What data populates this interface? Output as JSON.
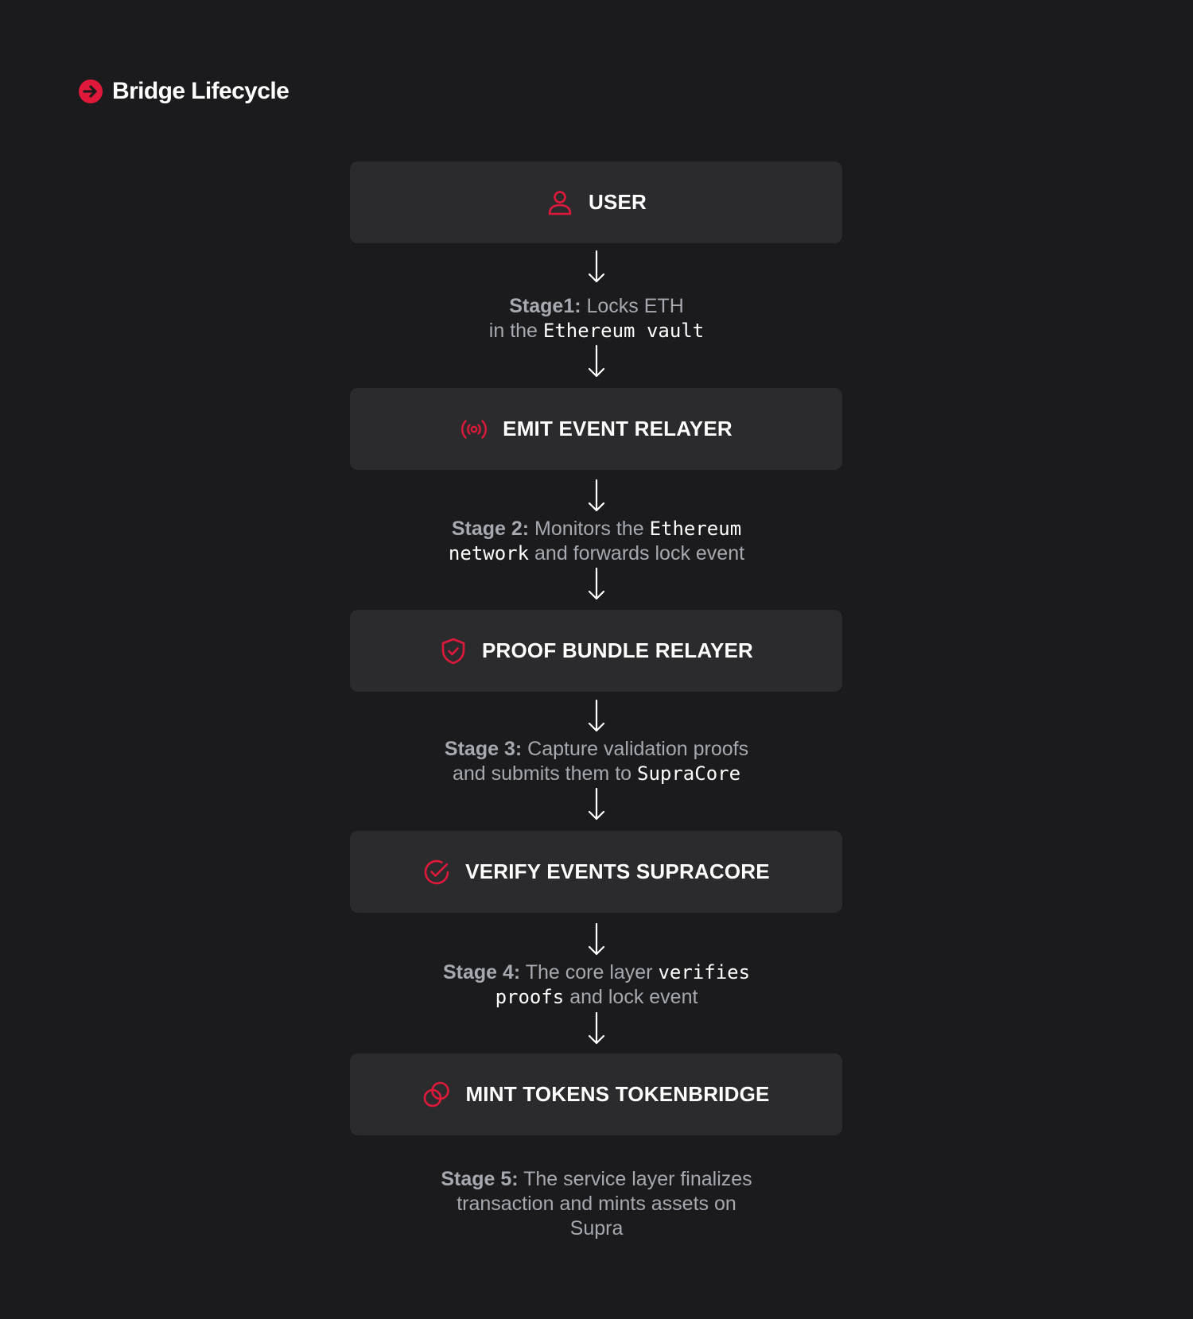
{
  "header": {
    "title": "Bridge Lifecycle",
    "logo_icon": "arrow-circle-right-icon",
    "accent": "#e0193a"
  },
  "colors": {
    "background": "#1b1b1d",
    "box": "#2b2b2e",
    "accent": "#e0193a",
    "text": "#ffffff",
    "muted": "#a6a9b0"
  },
  "nodes": [
    {
      "label": "USER",
      "icon": "user-icon"
    },
    {
      "label": "EMIT EVENT RELAYER",
      "icon": "broadcast-icon"
    },
    {
      "label": "PROOF BUNDLE RELAYER",
      "icon": "shield-check-icon"
    },
    {
      "label": "VERIFY EVENTS SUPRACORE",
      "icon": "check-circle-icon"
    },
    {
      "label": "MINT TOKENS TOKENBRIDGE",
      "icon": "linked-circles-icon"
    }
  ],
  "stages": [
    {
      "tag": "Stage1:",
      "t1": " Locks ETH",
      "t2": "in the ",
      "m1": "Ethereum vault"
    },
    {
      "tag": "Stage 2:",
      "t1": " Monitors the ",
      "m1": "Ethereum",
      "m2": "network",
      "t2": " and forwards lock event"
    },
    {
      "tag": "Stage 3:",
      "t1": " Capture validation proofs",
      "t2": "and submits them to ",
      "m1": "SupraCore"
    },
    {
      "tag": "Stage 4:",
      "t1": " The core layer ",
      "m1": "verifies",
      "m2": "proofs",
      "t2": " and lock event"
    },
    {
      "tag": "Stage 5:",
      "t1": " The service layer finalizes",
      "t2": "transaction and mints assets on",
      "t3": "Supra"
    }
  ]
}
